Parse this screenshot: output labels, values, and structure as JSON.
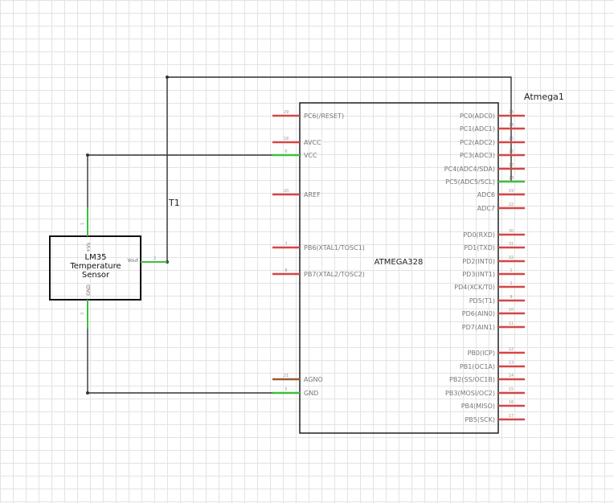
{
  "colors": {
    "wire": "#333333",
    "pin_red": "#d64545",
    "pin_green": "#3fbf3f",
    "pin_brown": "#9a5a2a",
    "body_stroke": "#111111"
  },
  "mcu": {
    "ref": "Atmega1",
    "name": "ATMEGA328",
    "left_pins": [
      {
        "num": "29",
        "label": "PC6(/RESET)",
        "state": "open"
      },
      {
        "num": "18",
        "label": "AVCC",
        "state": "open"
      },
      {
        "num": "6",
        "label": "VCC",
        "state": "connected"
      },
      {
        "num": "20",
        "label": "AREF",
        "state": "open"
      },
      {
        "num": "7",
        "label": "PB6(XTAL1/TOSC1)",
        "state": "open"
      },
      {
        "num": "8",
        "label": "PB7(XTAL2/TOSC2)",
        "state": "open"
      },
      {
        "num": "21",
        "label": "AGNO",
        "state": "brown"
      },
      {
        "num": "5",
        "label": "GND",
        "state": "connected"
      }
    ],
    "right_pins": [
      {
        "num": "23",
        "label": "PC0(ADC0)",
        "state": "open"
      },
      {
        "num": "24",
        "label": "PC1(ADC1)",
        "state": "open"
      },
      {
        "num": "25",
        "label": "PC2(ADC2)",
        "state": "open"
      },
      {
        "num": "26",
        "label": "PC3(ADC3)",
        "state": "open"
      },
      {
        "num": "27",
        "label": "PC4(ADC4/SDA)",
        "state": "open"
      },
      {
        "num": "28",
        "label": "PC5(ADC5/SCL)",
        "state": "connected"
      },
      {
        "num": "19",
        "label": "ADC6",
        "state": "open"
      },
      {
        "num": "22",
        "label": "ADC7",
        "state": "open"
      },
      {
        "num": "30",
        "label": "PD0(RXD)",
        "state": "open"
      },
      {
        "num": "31",
        "label": "PD1(TXD)",
        "state": "open"
      },
      {
        "num": "32",
        "label": "PD2(INT0)",
        "state": "open"
      },
      {
        "num": "1",
        "label": "PD3(INT1)",
        "state": "open"
      },
      {
        "num": "2",
        "label": "PD4(XCK/T0)",
        "state": "open"
      },
      {
        "num": "9",
        "label": "PD5(T1)",
        "state": "open"
      },
      {
        "num": "10",
        "label": "PD6(AIN0)",
        "state": "open"
      },
      {
        "num": "11",
        "label": "PD7(AIN1)",
        "state": "open"
      },
      {
        "num": "12",
        "label": "PB0(ICP)",
        "state": "open"
      },
      {
        "num": "13",
        "label": "PB1(OC1A)",
        "state": "open"
      },
      {
        "num": "14",
        "label": "PB2(SS/OC1B)",
        "state": "open"
      },
      {
        "num": "15",
        "label": "PB3(MOSI/OC2)",
        "state": "open"
      },
      {
        "num": "16",
        "label": "PB4(MISO)",
        "state": "open"
      },
      {
        "num": "17",
        "label": "PB5(SCK)",
        "state": "open"
      }
    ]
  },
  "sensor": {
    "ref": "T1",
    "line1": "LM35",
    "line2": "Temperature",
    "line3": "Sensor",
    "pins": [
      {
        "num": "1",
        "label": "+Vs"
      },
      {
        "num": "2",
        "label": "Vout"
      },
      {
        "num": "3",
        "label": "GND"
      }
    ]
  }
}
